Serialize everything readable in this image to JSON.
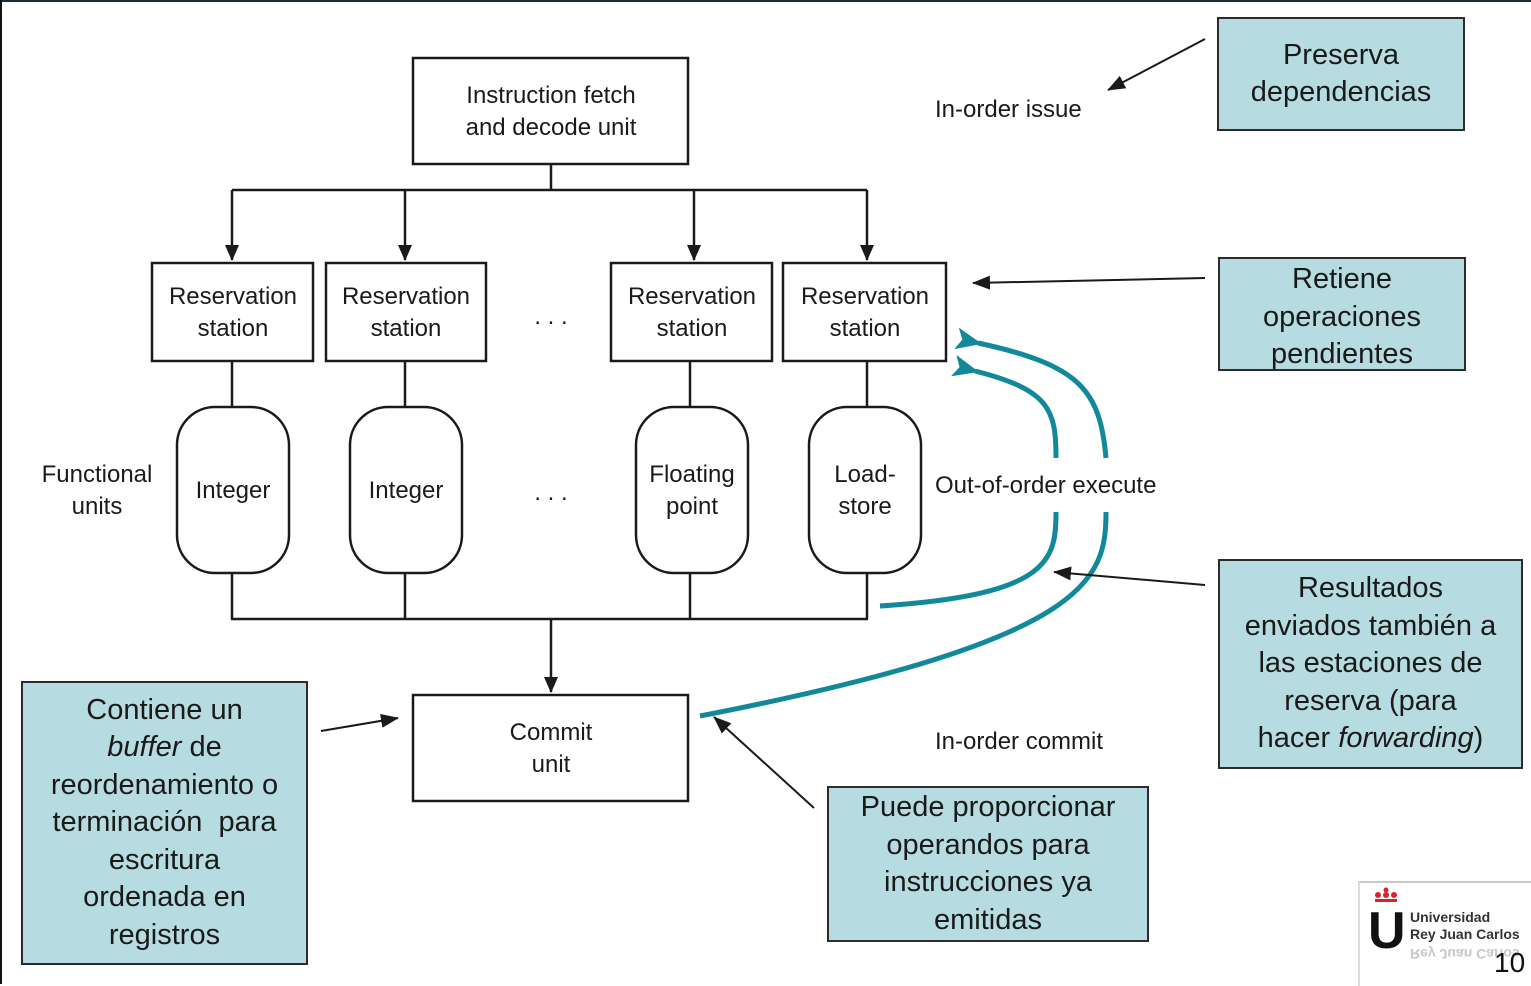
{
  "diagram": {
    "fetch_unit": [
      "Instruction fetch",
      "and decode unit"
    ],
    "reservation_stations": [
      [
        "Reservation",
        "station"
      ],
      [
        "Reservation",
        "station"
      ],
      [
        "Reservation",
        "station"
      ],
      [
        "Reservation",
        "station"
      ]
    ],
    "ellipsis": ". . .",
    "functional_units_label": [
      "Functional",
      "units"
    ],
    "functional_units": [
      [
        "Integer"
      ],
      [
        "Integer"
      ],
      [
        "Floating",
        "point"
      ],
      [
        "Load-",
        "store"
      ]
    ],
    "commit_unit": [
      "Commit",
      "unit"
    ],
    "stage_labels": {
      "issue": "In-order issue",
      "execute": "Out-of-order execute",
      "commit": "In-order commit"
    }
  },
  "callouts": {
    "preserva": [
      "Preserva",
      "dependencias"
    ],
    "retiene": [
      "Retiene",
      "operaciones",
      "pendientes"
    ],
    "resultados": [
      "Resultados",
      "enviados también a",
      "las estaciones de",
      "reserva (para",
      "hacer |forwarding|)"
    ],
    "contiene": [
      "Contiene un",
      "|buffer| de",
      "reordenamiento o",
      "terminación  para",
      "escritura",
      "ordenada en",
      "registros"
    ],
    "puede": [
      "Puede proporcionar",
      "operandos para",
      "instrucciones ya",
      "emitidas"
    ]
  },
  "colors": {
    "callout_fill": "#b6dce2",
    "forwarding_arrow": "#12899a",
    "line": "#1a1a1a"
  },
  "footer": {
    "logo_name": [
      "Universidad",
      "Rey Juan Carlos"
    ],
    "page_number": "10"
  }
}
